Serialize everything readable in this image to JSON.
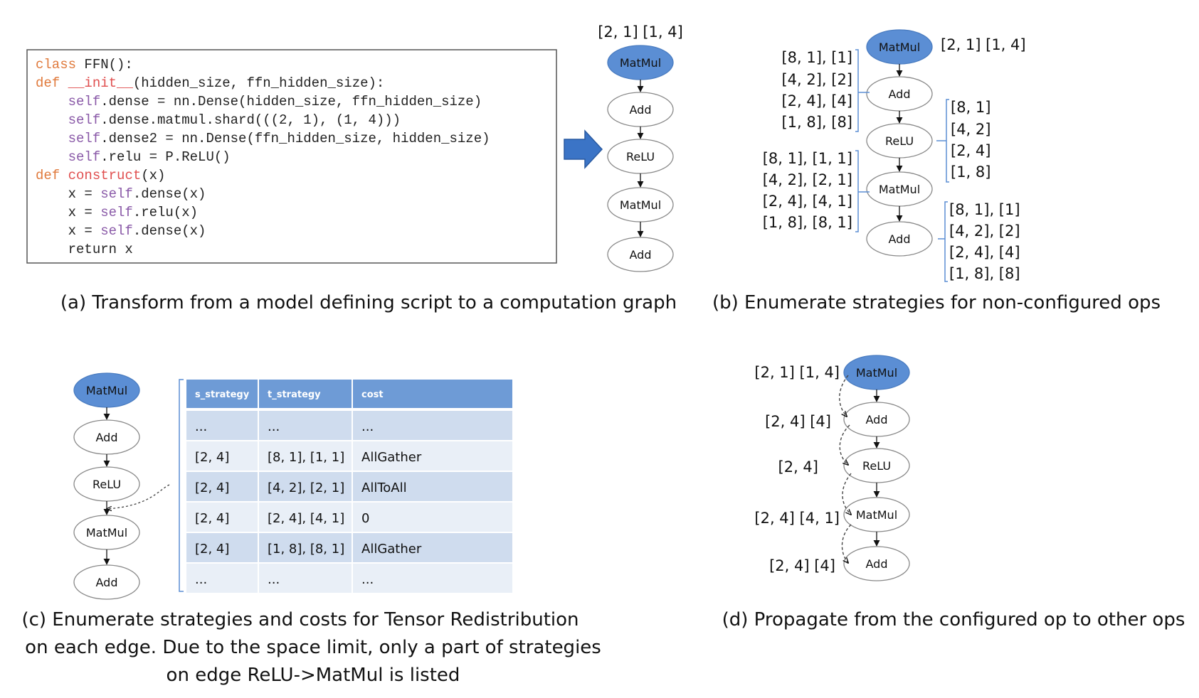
{
  "colors": {
    "configured_node": "#5b8ed4",
    "arrow_fill": "#3b74c6",
    "table_header": "#6e9bd6",
    "table_row_dark": "#cfdcee",
    "table_row_light": "#e9eff7",
    "keyword": "#e07a3c",
    "self": "#8a5aa8",
    "defname": "#e05050",
    "bracket": "#5b8ed4"
  },
  "panel_a": {
    "code_lines": [
      {
        "indent": "",
        "parts": [
          {
            "t": "class",
            "c": "kw"
          },
          {
            "t": " FFN():",
            "c": "n"
          }
        ]
      },
      {
        "indent": "",
        "parts": [
          {
            "t": "def",
            "c": "kw"
          },
          {
            "t": " ",
            "c": "n"
          },
          {
            "t": "__init__",
            "c": "fn"
          },
          {
            "t": "(hidden_size, ffn_hidden_size):",
            "c": "n"
          }
        ]
      },
      {
        "indent": "    ",
        "parts": [
          {
            "t": "self",
            "c": "sf"
          },
          {
            "t": ".dense = nn.Dense(hidden_size, ffn_hidden_size)",
            "c": "n"
          }
        ]
      },
      {
        "indent": "    ",
        "parts": [
          {
            "t": "self",
            "c": "sf"
          },
          {
            "t": ".dense.matmul.shard(((2, 1), (1, 4)))",
            "c": "n"
          }
        ]
      },
      {
        "indent": "    ",
        "parts": [
          {
            "t": "self",
            "c": "sf"
          },
          {
            "t": ".dense2 = nn.Dense(ffn_hidden_size, hidden_size)",
            "c": "n"
          }
        ]
      },
      {
        "indent": "    ",
        "parts": [
          {
            "t": "self",
            "c": "sf"
          },
          {
            "t": ".relu = P.ReLU()",
            "c": "n"
          }
        ]
      },
      {
        "indent": "",
        "parts": [
          {
            "t": "def",
            "c": "kw"
          },
          {
            "t": " ",
            "c": "n"
          },
          {
            "t": "construct",
            "c": "fn"
          },
          {
            "t": "(x)",
            "c": "n"
          }
        ]
      },
      {
        "indent": "    ",
        "parts": [
          {
            "t": "x = ",
            "c": "n"
          },
          {
            "t": "self",
            "c": "sf"
          },
          {
            "t": ".dense(x)",
            "c": "n"
          }
        ]
      },
      {
        "indent": "    ",
        "parts": [
          {
            "t": "x = ",
            "c": "n"
          },
          {
            "t": "self",
            "c": "sf"
          },
          {
            "t": ".relu(x)",
            "c": "n"
          }
        ]
      },
      {
        "indent": "    ",
        "parts": [
          {
            "t": "x = ",
            "c": "n"
          },
          {
            "t": "self",
            "c": "sf"
          },
          {
            "t": ".dense(x)",
            "c": "n"
          }
        ]
      },
      {
        "indent": "    ",
        "parts": [
          {
            "t": "return x",
            "c": "n"
          }
        ]
      }
    ],
    "graph_top_label": "[2, 1] [1, 4]",
    "nodes": [
      "MatMul",
      "Add",
      "ReLU",
      "MatMul",
      "Add"
    ],
    "caption": "(a) Transform from a model defining script to a computation graph"
  },
  "panel_b": {
    "nodes": [
      "MatMul",
      "Add",
      "ReLU",
      "MatMul",
      "Add"
    ],
    "top_label": "[2, 1] [1, 4]",
    "left_group_1": [
      "[8, 1], [1]",
      "[4, 2], [2]",
      "[2, 4], [4]",
      "[1, 8], [8]"
    ],
    "right_group_1": [
      "[8, 1]",
      "[4, 2]",
      "[2, 4]",
      "[1, 8]"
    ],
    "left_group_2": [
      "[8, 1], [1, 1]",
      "[4, 2], [2, 1]",
      "[2, 4], [4, 1]",
      "[1, 8], [8, 1]"
    ],
    "right_group_2": [
      "[8, 1], [1]",
      "[4, 2], [2]",
      "[2, 4], [4]",
      "[1, 8], [8]"
    ],
    "caption": "(b) Enumerate strategies for non-configured ops"
  },
  "panel_c": {
    "nodes": [
      "MatMul",
      "Add",
      "ReLU",
      "MatMul",
      "Add"
    ],
    "table": {
      "headers": [
        "s_strategy",
        "t_strategy",
        "cost"
      ],
      "rows": [
        [
          "...",
          "...",
          "..."
        ],
        [
          "[2, 4]",
          "[8, 1], [1, 1]",
          "AllGather"
        ],
        [
          "[2, 4]",
          "[4, 2], [2, 1]",
          "AllToAll"
        ],
        [
          "[2, 4]",
          "[2, 4], [4, 1]",
          "0"
        ],
        [
          "[2, 4]",
          "[1, 8], [8, 1]",
          "AllGather"
        ],
        [
          "...",
          "...",
          "..."
        ]
      ]
    },
    "caption_lines": [
      "(c) Enumerate strategies and costs for Tensor Redistribution",
      "on each edge. Due to the space limit, only a part of strategies",
      "on edge ReLU->MatMul is listed"
    ]
  },
  "panel_d": {
    "nodes": [
      "MatMul",
      "Add",
      "ReLU",
      "MatMul",
      "Add"
    ],
    "labels": [
      "[2, 1] [1, 4]",
      "[2, 4] [4]",
      "[2, 4]",
      "[2, 4] [4, 1]",
      "[2, 4] [4]"
    ],
    "caption": "(d) Propagate from the configured op to other ops"
  }
}
